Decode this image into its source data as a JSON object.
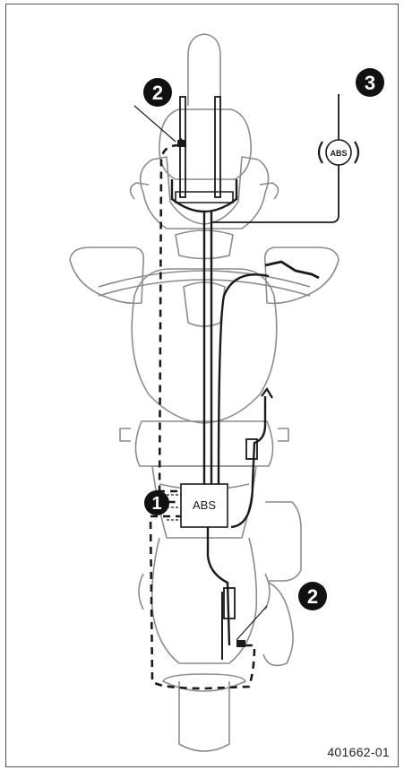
{
  "figure": {
    "reference_code": "401662-01",
    "abs_label": "ABS",
    "abs_warning_label": "ABS"
  },
  "callouts": [
    {
      "number": "1",
      "meaning": "abs-control-unit"
    },
    {
      "number": "2",
      "meaning": "wheel-speed-sensor"
    },
    {
      "number": "2",
      "meaning": "wheel-speed-sensor"
    },
    {
      "number": "3",
      "meaning": "abs-warning-indicator"
    }
  ],
  "colors": {
    "line": "#1a1a1a",
    "outline": "#8c8c8c",
    "callout_fill": "#111111",
    "frame": "#555555"
  }
}
